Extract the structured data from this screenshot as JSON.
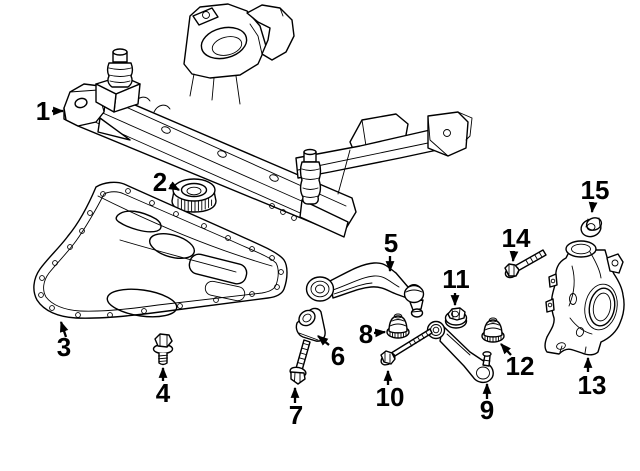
{
  "diagram": {
    "background": "#ffffff",
    "line_color": "#000000",
    "callouts": [
      {
        "label": "1"
      },
      {
        "label": "2"
      },
      {
        "label": "3"
      },
      {
        "label": "4"
      },
      {
        "label": "5"
      },
      {
        "label": "6"
      },
      {
        "label": "7"
      },
      {
        "label": "8"
      },
      {
        "label": "9"
      },
      {
        "label": "10"
      },
      {
        "label": "11"
      },
      {
        "label": "12"
      },
      {
        "label": "13"
      },
      {
        "label": "14"
      },
      {
        "label": "15"
      }
    ]
  }
}
